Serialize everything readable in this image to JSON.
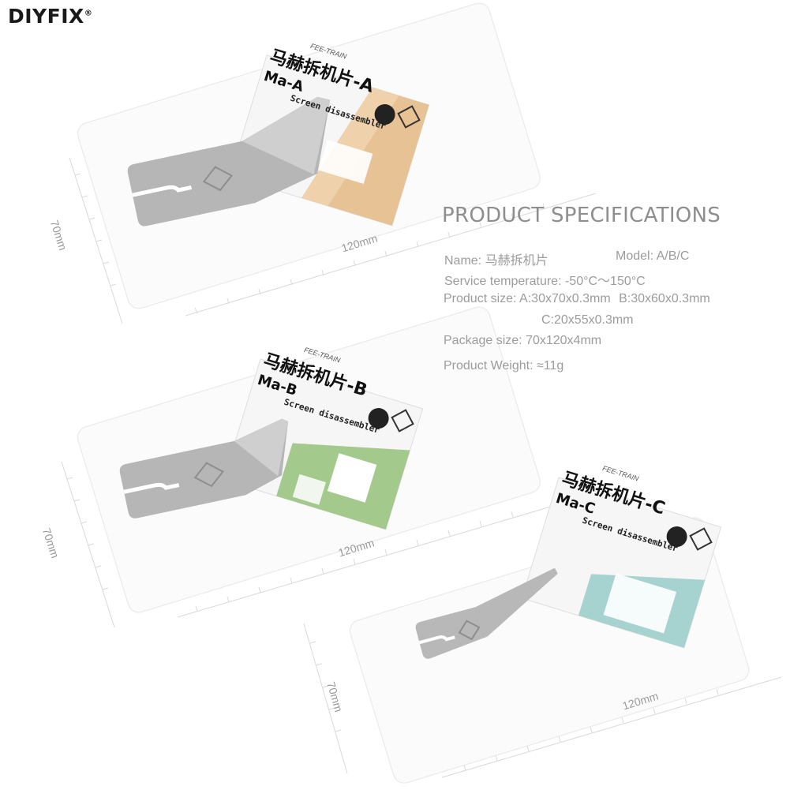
{
  "brand": {
    "name": "DIYFIX",
    "mark": "®"
  },
  "specs": {
    "title": "PRODUCT SPECIFICATIONS",
    "name_label": "Name:",
    "name_value": "马赫拆机片",
    "model_label": "Model:",
    "model_value": "A/B/C",
    "temp_label": "Service temperature:",
    "temp_value": "-50°C～150°C",
    "size_label": "Product size:",
    "size_a": "A:30x70x0.3mm",
    "size_b": "B:30x60x0.3mm",
    "size_c": "C:20x55x0.3mm",
    "package_label": "Package size:",
    "package_value": "70x120x4mm",
    "weight_label": "Product Weight:",
    "weight_value": "≈11g"
  },
  "products": [
    {
      "id": "a",
      "card_cn": "马赫拆机片-A",
      "card_model": "Ma-A",
      "card_sub": "Screen disassembler",
      "maker": "FEE-TRAIN",
      "accent": "#e7c295",
      "dim_width": "120mm",
      "dim_height": "70mm"
    },
    {
      "id": "b",
      "card_cn": "马赫拆机片-B",
      "card_model": "Ma-B",
      "card_sub": "Screen disassembler",
      "maker": "FEE-TRAIN",
      "accent": "#a3c98d",
      "dim_width": "120mm",
      "dim_height": "70mm"
    },
    {
      "id": "c",
      "card_cn": "马赫拆机片-C",
      "card_model": "Ma-C",
      "card_sub": "Screen disassembler",
      "maker": "FEE-TRAIN",
      "accent": "#a6d3d0",
      "dim_width": "120mm",
      "dim_height": "70mm"
    }
  ]
}
